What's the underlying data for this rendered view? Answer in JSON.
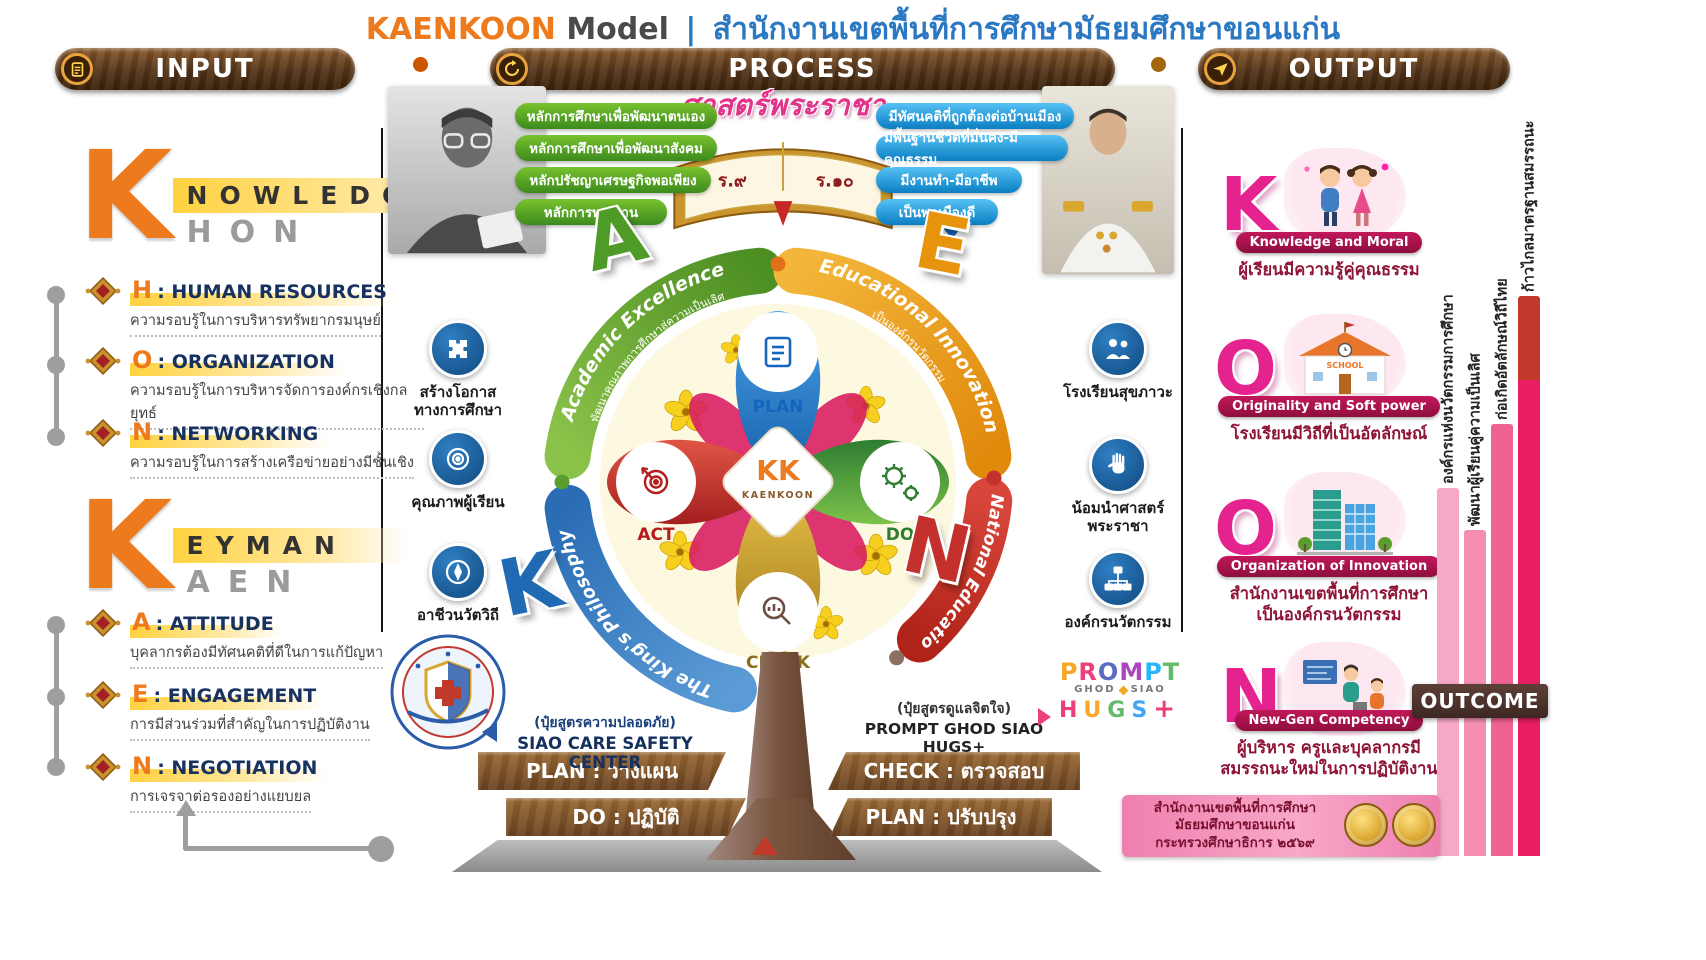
{
  "title": {
    "brand": "KAENKOON",
    "model": "Model",
    "separator": "|",
    "thai": "สำนักงานเขตพื้นที่การศึกษามัธยมศึกษาขอนแก่น"
  },
  "headers": {
    "input": "INPUT",
    "process": "PROCESS",
    "output": "OUTPUT"
  },
  "input": {
    "knowledge": {
      "big_letter": "K",
      "word": "NOWLEDGE",
      "sub": "HON",
      "items": [
        {
          "letter": "H",
          "rest": ": HUMAN RESOURCES",
          "desc": "ความรอบรู้ในการบริหารทรัพยากรมนุษย์"
        },
        {
          "letter": "O",
          "rest": ": ORGANIZATION",
          "desc": "ความรอบรู้ในการบริหารจัดการองค์กรเชิงกลยุทธ์"
        },
        {
          "letter": "N",
          "rest": ": NETWORKING",
          "desc": "ความรอบรู้ในการสร้างเครือข่ายอย่างมีชั้นเชิง"
        }
      ]
    },
    "keyman": {
      "big_letter": "K",
      "word": "EYMAN",
      "sub": "AEN",
      "items": [
        {
          "letter": "A",
          "rest": ": ATTITUDE",
          "desc": "บุคลากรต้องมีทัศนคติที่ดีในการแก้ปัญหา"
        },
        {
          "letter": "E",
          "rest": ": ENGAGEMENT",
          "desc": "การมีส่วนร่วมที่สำคัญในการปฏิบัติงาน"
        },
        {
          "letter": "N",
          "rest": ": NEGOTIATION",
          "desc": "การเจรจาต่อรองอย่างแยบยล"
        }
      ]
    }
  },
  "process": {
    "philosophy_title": "ศาสตร์พระราชา",
    "r9": "ร.๙",
    "r10": "ร.๑๐",
    "green_boxes": [
      "หลักการศึกษาเพื่อพัฒนาตนเอง",
      "หลักการศึกษาเพื่อพัฒนาสังคม",
      "หลักปรัชญาเศรษฐกิจพอเพียง",
      "หลักการทรงงาน"
    ],
    "blue_boxes": [
      "มีทัศนคติที่ถูกต้องต่อบ้านเมือง",
      "มีพื้นฐานชีวิตที่มั่นคง-มีคุณธรรม",
      "มีงานทำ-มีอาชีพ",
      "เป็นพลเมืองดี"
    ],
    "arcs": {
      "academic": {
        "letter": "A",
        "label": "Academic Excellence",
        "sub": "พัฒนาคุณภาพการศึกษาสู่ความเป็นเลิศ"
      },
      "innovation": {
        "letter": "E",
        "label": "Educational Innovation",
        "sub": "เป็นองค์กรนวัตกรรม"
      },
      "national": {
        "letter": "N",
        "label": "National Education"
      },
      "king": {
        "letter": "K",
        "label": "The King's Philosophy"
      }
    },
    "center": {
      "kk": "KK",
      "name": "KAENKOON"
    },
    "pdca": {
      "plan": "PLAN",
      "do": "DO",
      "check": "CHECK",
      "act": "ACT"
    },
    "left_icons": [
      {
        "label": "สร้างโอกาส\nทางการศึกษา"
      },
      {
        "label": "คุณภาพผู้เรียน"
      },
      {
        "label": "อาชีวนวัตวิถี"
      }
    ],
    "right_icons": [
      {
        "label": "โรงเรียนสุขภาวะ"
      },
      {
        "label": "น้อมนำศาสตร์\nพระราชา"
      },
      {
        "label": "องค์กรนวัตกรรม"
      }
    ],
    "siao": {
      "note": "(ปุ๋ยสูตรความปลอดภัย)",
      "label": "SIAO CARE SAFETY CENTER"
    },
    "prompt": {
      "note": "(ปุ๋ยสูตรดูแลจิตใจ)",
      "label": "PROMPT GHOD SIAO HUGS+",
      "logo": {
        "l1": [
          "P",
          "R",
          "O",
          "M",
          "P",
          "T"
        ],
        "l2a": "GHOD",
        "l2b": "SIAO",
        "l3": [
          "H",
          "U",
          "G",
          "S"
        ],
        "plus": "+"
      }
    },
    "ribbons": [
      "PLAN : วางแผน",
      "DO : ปฏิบัติ",
      "CHECK : ตรวจสอบ",
      "PLAN : ปรับปรุง"
    ]
  },
  "output": {
    "items": [
      {
        "letter": "K",
        "badge": "Knowledge and Moral",
        "desc": "ผู้เรียนมีความรู้คู่คุณธรรม"
      },
      {
        "letter": "O",
        "badge": "Originality and Soft power",
        "desc": "โรงเรียนมีวิถีที่เป็นอัตลักษณ์",
        "illustration_text": "SCHOOL"
      },
      {
        "letter": "O",
        "badge": "Organization of Innovation",
        "desc": "สำนักงานเขตพื้นที่การศึกษา\nเป็นองค์กรนวัตกรรม"
      },
      {
        "letter": "N",
        "badge": "New-Gen Competency",
        "desc": "ผู้บริหาร ครูและบุคลากรมี\nสมรรถนะใหม่ในการปฏิบัติงาน"
      }
    ],
    "bars": [
      {
        "label": "องค์กรแห่งนวัตกรรมการศึกษา"
      },
      {
        "label": "พัฒนาผู้เรียนคู่ความเป็นเลิศ"
      },
      {
        "label": "ก่อเกิดอัตลักษณ์วิถีไทย"
      },
      {
        "label": "ก้าวไกลมาตรฐานสมรรถนะ"
      }
    ],
    "outcome": "OUTCOME",
    "footer": {
      "line1": "สำนักงานเขตพื้นที่การศึกษามัธยมศึกษาขอนแก่น",
      "line2": "กระทรวงศึกษาธิการ ๒๕๖๙"
    }
  },
  "palette": {
    "brand_orange": "#ee7a1e",
    "title_blue": "#2b78c2",
    "banner_brown": "#54351a",
    "magenta": "#e5238e",
    "pink_bar": "#f06292",
    "arc_green": "#4f9b27",
    "arc_orange": "#e8930c",
    "arc_red": "#c4302b",
    "arc_blue": "#2069b3",
    "gold": "#c9952c"
  }
}
